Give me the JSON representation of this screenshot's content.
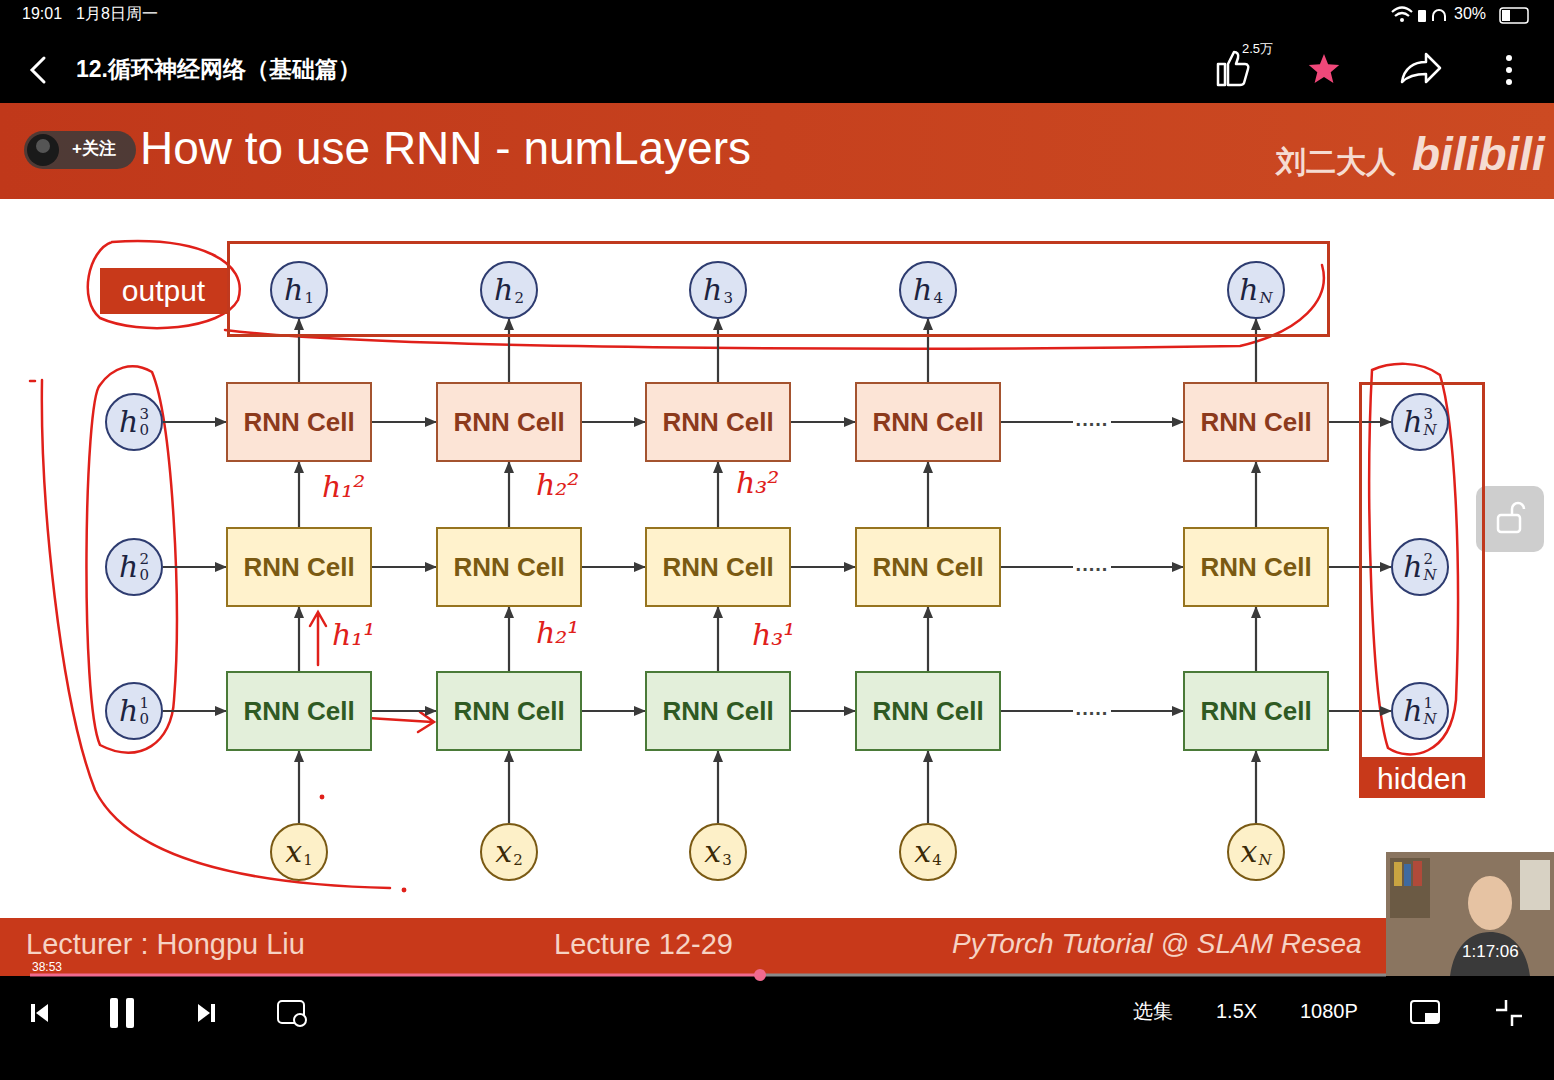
{
  "diagram": {
    "title": "How to use RNN - numLayers",
    "nodes": [
      {
        "text": [
          "output"
        ]
      },
      {
        "text": [
          "h",
          "1"
        ],
        "in": 0
      },
      {
        "text": [
          "h",
          "2"
        ],
        "in": 0
      },
      {
        "text": [
          "h",
          "3"
        ],
        "in": 0
      },
      {
        "text": [
          "h",
          "4"
        ],
        "in": 0
      },
      {
        "text": [
          "h",
          "N"
        ],
        "in": 0
      },
      {
        "text": [
          "h",
          "3",
          "0"
        ]
      },
      {
        "text": [
          "RNN Cell"
        ]
      },
      {
        "text": [
          "RNN Cell"
        ]
      },
      {
        "text": [
          "RNN Cell"
        ]
      },
      {
        "text": [
          "RNN Cell"
        ]
      },
      {
        "text": [
          "RNN Cell"
        ]
      },
      {
        "text": [
          "hidden"
        ]
      },
      {
        "text": [
          "h",
          "3",
          "N"
        ],
        "in": 12
      },
      {
        "text": [
          "h",
          "2",
          "0"
        ]
      },
      {
        "text": [
          "RNN Cell"
        ]
      },
      {
        "text": [
          "RNN Cell"
        ]
      },
      {
        "text": [
          "RNN Cell"
        ]
      },
      {
        "text": [
          "RNN Cell"
        ]
      },
      {
        "text": [
          "RNN Cell"
        ]
      },
      {
        "text": [
          "h",
          "2",
          "N"
        ],
        "in": 12
      },
      {
        "text": [
          "h",
          "1",
          "0"
        ]
      },
      {
        "text": [
          "RNN Cell"
        ]
      },
      {
        "text": [
          "RNN Cell"
        ]
      },
      {
        "text": [
          "RNN Cell"
        ]
      },
      {
        "text": [
          "RNN Cell"
        ]
      },
      {
        "text": [
          "RNN Cell"
        ]
      },
      {
        "text": [
          "h",
          "1",
          "N"
        ],
        "in": 12
      },
      {
        "text": [
          "x",
          "1"
        ]
      },
      {
        "text": [
          "x",
          "2"
        ]
      },
      {
        "text": [
          "x",
          "3"
        ]
      },
      {
        "text": [
          "x",
          "4"
        ]
      },
      {
        "text": [
          "x",
          "N"
        ]
      }
    ],
    "edges": [
      {
        "from": 28,
        "to": 22,
        "arrow": "to"
      },
      {
        "from": 29,
        "to": 23,
        "arrow": "to"
      },
      {
        "from": 30,
        "to": 24,
        "arrow": "to"
      },
      {
        "from": 31,
        "to": 25,
        "arrow": "to"
      },
      {
        "from": 32,
        "to": 26,
        "arrow": "to"
      },
      {
        "from": 22,
        "to": 15,
        "arrow": "to"
      },
      {
        "from": 23,
        "to": 16,
        "arrow": "to"
      },
      {
        "from": 24,
        "to": 17,
        "arrow": "to"
      },
      {
        "from": 25,
        "to": 18,
        "arrow": "to"
      },
      {
        "from": 26,
        "to": 19,
        "arrow": "to"
      },
      {
        "from": 15,
        "to": 7,
        "arrow": "to"
      },
      {
        "from": 16,
        "to": 8,
        "arrow": "to"
      },
      {
        "from": 17,
        "to": 9,
        "arrow": "to"
      },
      {
        "from": 18,
        "to": 10,
        "arrow": "to"
      },
      {
        "from": 19,
        "to": 11,
        "arrow": "to"
      },
      {
        "from": 7,
        "to": 1,
        "arrow": "to"
      },
      {
        "from": 8,
        "to": 2,
        "arrow": "to"
      },
      {
        "from": 9,
        "to": 3,
        "arrow": "to"
      },
      {
        "from": 10,
        "to": 4,
        "arrow": "to"
      },
      {
        "from": 11,
        "to": 5,
        "arrow": "to"
      },
      {
        "from": 6,
        "to": 7,
        "arrow": "to"
      },
      {
        "from": 7,
        "to": 8,
        "arrow": "to"
      },
      {
        "from": 8,
        "to": 9,
        "arrow": "to"
      },
      {
        "from": 9,
        "to": 10,
        "arrow": "to"
      },
      {
        "from": 10,
        "to": 11,
        "label": ".....",
        "arrow": "to"
      },
      {
        "from": 11,
        "to": 13,
        "arrow": "to"
      },
      {
        "from": 14,
        "to": 15,
        "arrow": "to"
      },
      {
        "from": 15,
        "to": 16,
        "arrow": "to"
      },
      {
        "from": 16,
        "to": 17,
        "arrow": "to"
      },
      {
        "from": 17,
        "to": 18,
        "arrow": "to"
      },
      {
        "from": 18,
        "to": 19,
        "label": ".....",
        "arrow": "to"
      },
      {
        "from": 19,
        "to": 20,
        "arrow": "to"
      },
      {
        "from": 21,
        "to": 22,
        "arrow": "to"
      },
      {
        "from": 22,
        "to": 23,
        "arrow": "to"
      },
      {
        "from": 23,
        "to": 24,
        "arrow": "to"
      },
      {
        "from": 24,
        "to": 25,
        "arrow": "to"
      },
      {
        "from": 25,
        "to": 26,
        "label": ".....",
        "arrow": "to"
      },
      {
        "from": 26,
        "to": 27,
        "arrow": "to"
      }
    ],
    "labels": [
      "19:01",
      "1月8日周一",
      "30%",
      "12.循环神经网络（基础篇）",
      "2.5万",
      "+关注",
      "刘二大人",
      "bilibili",
      "h₁²",
      "h₂²",
      "h₃²",
      "h₁¹",
      "h₂¹",
      "h₃¹",
      "Lecturer : Hongpu Liu",
      "Lecture 12-29",
      "PyTorch Tutorial @ SLAM Resea",
      "38:53",
      "1:17:06",
      "选集",
      "1.5X",
      "1080P"
    ]
  }
}
